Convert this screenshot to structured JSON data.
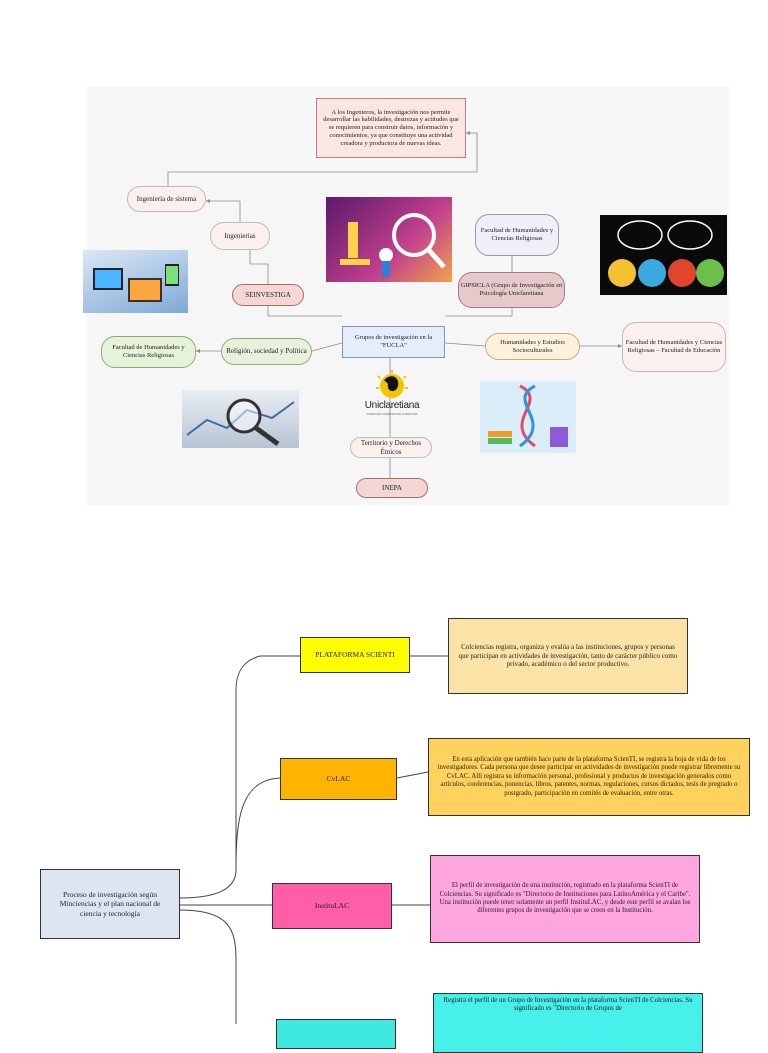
{
  "diagram1": {
    "note_ingenieros": "A los Ingenieros, la investigación nos permite desarrollar las habilidades, destrezas y actitudes que se requieren para construir datos, información y conocimientos, ya que constituye una actividad creadora y productora de nuevas ideas.",
    "ingenieria_sistema": "Ingeniería de sistema",
    "ingenierias": "Ingenierías",
    "seinvestiga": "SEINVESTIGA",
    "fac_humanidades_top": "Facultad de Humanidades y Ciencias Religiosas",
    "gipsicla": "GIPSICLA (Grupo de Investigación en Psicología Uniclaretiana",
    "fac_humanidades_left": "Facultad de Humanidades y Ciencias Religiosas",
    "religion": "Religión, sociedad y Política",
    "grupos_fucla": "Grupos de investigación en la \"FUCLA\"",
    "humanidades_estudios": "Humanidades y Estudios Socioculturales",
    "fac_humanidades_educacion": "Facultad de Humanidades y Ciencias Religiosas – Facultad de Educación",
    "logo_text": "Uniclaretiana",
    "logo_subtext": "FUNDACIÓN UNIVERSITARIA CLARETIANA",
    "territorio": "Territorio y Derechos Étnicos",
    "inepa": "INEPA"
  },
  "diagram2": {
    "root": "Proceso de investigación según Minciencias y el plan nacional de ciencia y tecnología",
    "items": [
      {
        "label": "PLATAFORMA SCIENTI",
        "desc": "Colciencias registra, organiza y evalúa a las instituciones, grupos y personas que participan en actividades de investigación, tanto de carácter público como privado, académico o del sector productivo."
      },
      {
        "label": "CvLAC",
        "desc": "En esta aplicación que también hace parte de la plataforma ScienTI, se registra la hoja de vida de los investigadores. Cada persona que desee participar en actividades de investigación puede registrar libremente su CvLAC. Allí registra su información personal, profesional y productos de investigación generados como artículos, conferencias, ponencias, libros, patentes, normas, regulaciones, cursos dictados, tesis de pregrado o postgrado, participación en comités de evaluación, entre otras."
      },
      {
        "label": "InstituLAC",
        "desc": "El perfil de investigación de una institución, registrado en la plataforma ScienTI de Colciencias. Su significado es \"Directorio de Instituciones para LatinoAmérica y el Caribe\". Una institución puede tener solamente un perfil InstituLAC, y desde este perfil se avalan los diferentes grupos de investigación que se creen en la Institución."
      },
      {
        "label": "",
        "desc": "Registra el perfil de un Grupo de Investigación en la plataforma ScienTI de Colciencias. Su significado es \"Directorio de Grupos de"
      }
    ]
  },
  "colors": {
    "scienti": "#ffff00",
    "cvlac": "#ffb400",
    "institulac": "#ff5fa8",
    "grouplac": "#3fe9e0",
    "desc1": "#fbe3a8",
    "desc2": "#ffd25e",
    "desc3": "#ffa6df",
    "desc4": "#47f0ea",
    "root": "#dce6f2"
  }
}
